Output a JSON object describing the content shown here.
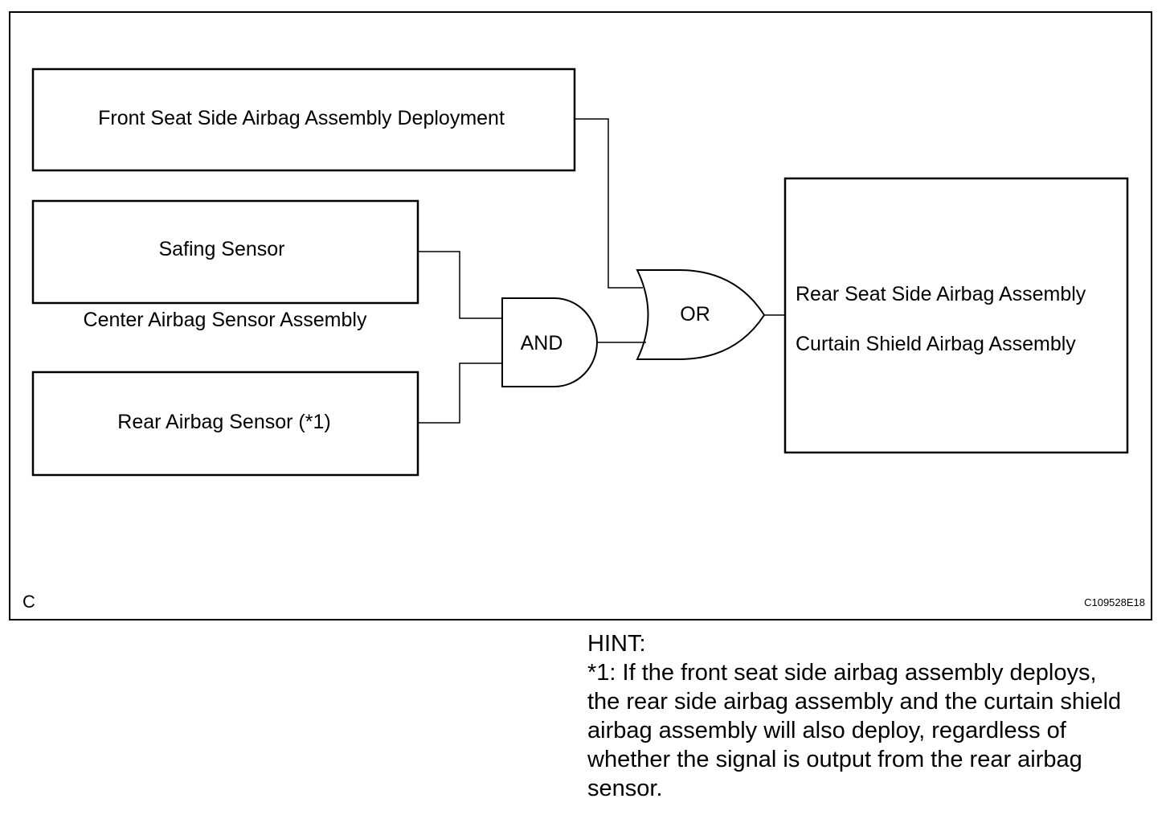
{
  "diagram": {
    "boxes": {
      "front_seat": "Front Seat Side Airbag Assembly Deployment",
      "safing_sensor": "Safing Sensor",
      "center_sensor_caption": "Center Airbag Sensor Assembly",
      "rear_sensor": "Rear Airbag Sensor (*1)",
      "output_line1": "Rear Seat Side Airbag Assembly",
      "output_line2": "Curtain Shield Airbag Assembly"
    },
    "gates": {
      "and_label": "AND",
      "or_label": "OR"
    },
    "corner_label": "C",
    "figure_code": "C109528E18"
  },
  "hint": {
    "title": "HINT:",
    "lines": [
      "*1: If the front seat side airbag assembly deploys,",
      "the rear side airbag assembly and the curtain shield",
      "airbag assembly will also deploy, regardless of",
      "whether the signal is output from the rear airbag",
      "sensor."
    ]
  }
}
